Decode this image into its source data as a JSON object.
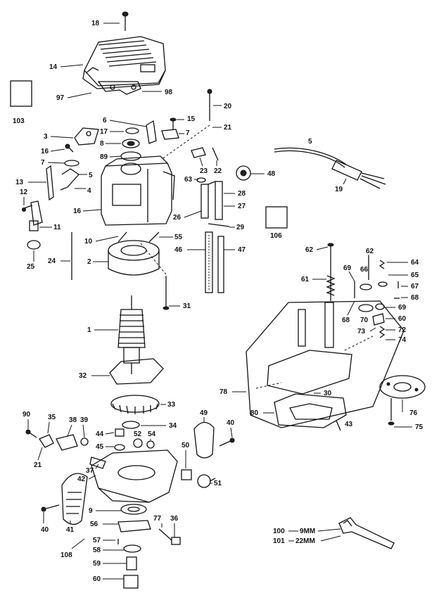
{
  "callouts": [
    {
      "id": "c18",
      "text": "18"
    },
    {
      "id": "c14",
      "text": "14"
    },
    {
      "id": "c103",
      "text": "103"
    },
    {
      "id": "c97",
      "text": "97"
    },
    {
      "id": "c98",
      "text": "98"
    },
    {
      "id": "c20",
      "text": "20"
    },
    {
      "id": "c6",
      "text": "6"
    },
    {
      "id": "c15",
      "text": "15"
    },
    {
      "id": "c17",
      "text": "17"
    },
    {
      "id": "c7a",
      "text": "7"
    },
    {
      "id": "c21a",
      "text": "21"
    },
    {
      "id": "c3",
      "text": "3"
    },
    {
      "id": "c8",
      "text": "8"
    },
    {
      "id": "c16a",
      "text": "16"
    },
    {
      "id": "c89",
      "text": "89"
    },
    {
      "id": "c7b",
      "text": "7"
    },
    {
      "id": "c5a",
      "text": "5"
    },
    {
      "id": "c23",
      "text": "23"
    },
    {
      "id": "c22",
      "text": "22"
    },
    {
      "id": "c48",
      "text": "48"
    },
    {
      "id": "c5b",
      "text": "5"
    },
    {
      "id": "c13",
      "text": "13"
    },
    {
      "id": "c12",
      "text": "12"
    },
    {
      "id": "c4",
      "text": "4"
    },
    {
      "id": "c63",
      "text": "63"
    },
    {
      "id": "c28",
      "text": "28"
    },
    {
      "id": "c19",
      "text": "19"
    },
    {
      "id": "c16b",
      "text": "16"
    },
    {
      "id": "c26",
      "text": "26"
    },
    {
      "id": "c27",
      "text": "27"
    },
    {
      "id": "c11",
      "text": "11"
    },
    {
      "id": "c29",
      "text": "29"
    },
    {
      "id": "c106",
      "text": "106"
    },
    {
      "id": "c10",
      "text": "10"
    },
    {
      "id": "c55",
      "text": "55"
    },
    {
      "id": "c62a",
      "text": "62"
    },
    {
      "id": "c62b",
      "text": "62"
    },
    {
      "id": "c46",
      "text": "46"
    },
    {
      "id": "c47",
      "text": "47"
    },
    {
      "id": "c24",
      "text": "24"
    },
    {
      "id": "c2",
      "text": "2"
    },
    {
      "id": "c64",
      "text": "64"
    },
    {
      "id": "c25",
      "text": "25"
    },
    {
      "id": "c69",
      "text": "69"
    },
    {
      "id": "c66",
      "text": "66"
    },
    {
      "id": "c61",
      "text": "61"
    },
    {
      "id": "c65",
      "text": "65"
    },
    {
      "id": "c67",
      "text": "67"
    },
    {
      "id": "c68a",
      "text": "68"
    },
    {
      "id": "c31",
      "text": "31"
    },
    {
      "id": "c69b",
      "text": "69"
    },
    {
      "id": "c68b",
      "text": "68"
    },
    {
      "id": "c70",
      "text": "70"
    },
    {
      "id": "c60r",
      "text": "60"
    },
    {
      "id": "c72",
      "text": "72"
    },
    {
      "id": "c73",
      "text": "73"
    },
    {
      "id": "c1",
      "text": "1"
    },
    {
      "id": "c74",
      "text": "74"
    },
    {
      "id": "c32",
      "text": "32"
    },
    {
      "id": "c30",
      "text": "30"
    },
    {
      "id": "c78",
      "text": "78"
    },
    {
      "id": "c33",
      "text": "33"
    },
    {
      "id": "c80",
      "text": "80"
    },
    {
      "id": "c76",
      "text": "76"
    },
    {
      "id": "c90",
      "text": "90"
    },
    {
      "id": "c35",
      "text": "35"
    },
    {
      "id": "c38",
      "text": "38"
    },
    {
      "id": "c39",
      "text": "39"
    },
    {
      "id": "c49",
      "text": "49"
    },
    {
      "id": "c34",
      "text": "34"
    },
    {
      "id": "c43",
      "text": "43"
    },
    {
      "id": "c75",
      "text": "75"
    },
    {
      "id": "c40a",
      "text": "40"
    },
    {
      "id": "c44",
      "text": "44"
    },
    {
      "id": "c52",
      "text": "52"
    },
    {
      "id": "c54",
      "text": "54"
    },
    {
      "id": "c21b",
      "text": "21"
    },
    {
      "id": "c45",
      "text": "45"
    },
    {
      "id": "c50",
      "text": "50"
    },
    {
      "id": "c37",
      "text": "37"
    },
    {
      "id": "c42",
      "text": "42"
    },
    {
      "id": "c51",
      "text": "51"
    },
    {
      "id": "c9",
      "text": "9"
    },
    {
      "id": "c40b",
      "text": "40"
    },
    {
      "id": "c41",
      "text": "41"
    },
    {
      "id": "c56",
      "text": "56"
    },
    {
      "id": "c77",
      "text": "77"
    },
    {
      "id": "c36",
      "text": "36"
    },
    {
      "id": "c57",
      "text": "57"
    },
    {
      "id": "c108",
      "text": "108"
    },
    {
      "id": "c58",
      "text": "58"
    },
    {
      "id": "c59",
      "text": "59"
    },
    {
      "id": "c60b",
      "text": "60"
    }
  ],
  "wrench_legend": [
    {
      "num": "100",
      "size": "9MM"
    },
    {
      "num": "101",
      "size": "22MM"
    }
  ]
}
